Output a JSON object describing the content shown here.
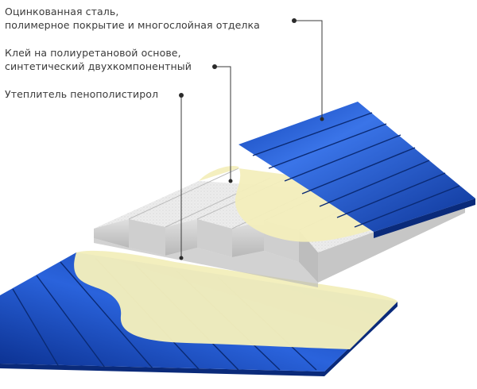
{
  "labels": {
    "steel": {
      "line1": "Оцинкованная сталь,",
      "line2": "полимерное покрытие и многослойная отделка"
    },
    "glue": {
      "line1": "Клей на полиуретановой основе,",
      "line2": "синтетический двухкомпонентный"
    },
    "insulation": {
      "line1": "Утеплитель пенополистирол"
    }
  },
  "colors": {
    "steel_blue": "#1446b8",
    "steel_dark": "#0a2d86",
    "steel_highlight": "#3a74e8",
    "glue": "#f3eebc",
    "foam": "#e9e9e9",
    "foam_shadow": "#bdbdbd",
    "leader": "#3a3a3a"
  }
}
